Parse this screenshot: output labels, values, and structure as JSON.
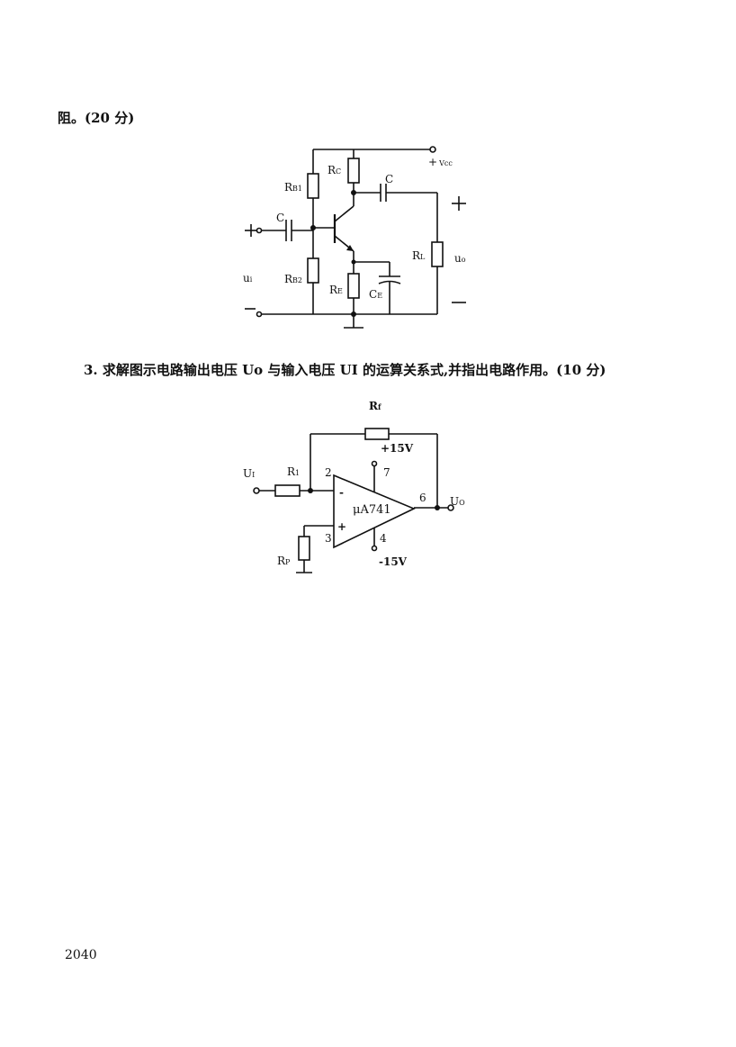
{
  "header_text": "阻。(20 分)",
  "question3": "3. 求解图示电路输出电压 Uo 与输入电压 UI 的运算关系式,并指出电路作用。(10 分)",
  "page_number": "2040",
  "circuit1": {
    "vcc": "+",
    "vcc_sub": "Vcc",
    "rb1_main": "R",
    "rb1_sub": "B1",
    "rb2_main": "R",
    "rb2_sub": "B2",
    "rc_main": "R",
    "rc_sub": "C",
    "re_main": "R",
    "re_sub": "E",
    "rl_main": "R",
    "rl_sub": "L",
    "ce_main": "C",
    "ce_sub": "E",
    "c_in": "C",
    "c_out": "C",
    "ui_main": "u",
    "ui_sub": "i",
    "uo_main": "u",
    "uo_sub": "o",
    "in_plus": "+",
    "in_minus": "−",
    "out_plus": "+",
    "out_minus": "−"
  },
  "circuit2": {
    "rf_main": "R",
    "rf_sub": "f",
    "r1_main": "R",
    "r1_sub": "1",
    "rp_main": "R",
    "rp_sub": "P",
    "ui_main": "U",
    "ui_sub": "I",
    "uo_main": "U",
    "uo_sub": "O",
    "vpos": "+15V",
    "vneg": "-15V",
    "pin2": "2",
    "pin3": "3",
    "pin4": "4",
    "pin6": "6",
    "pin7": "7",
    "minus_sign": "-",
    "plus_sign": "+",
    "chip": "μA741"
  }
}
